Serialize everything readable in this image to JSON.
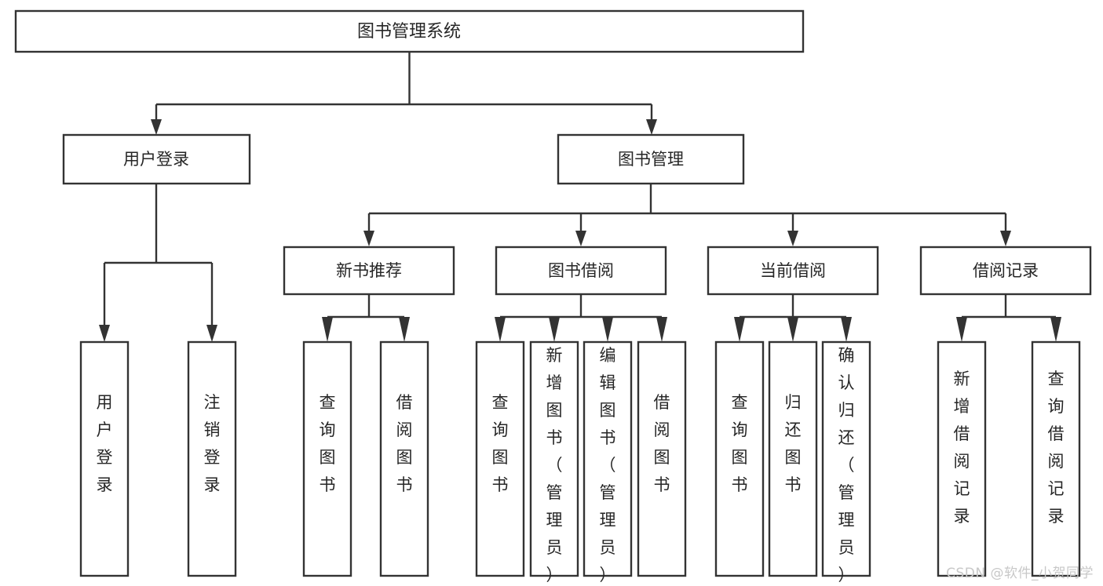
{
  "diagram": {
    "type": "tree-hierarchy",
    "orientation": "top-down",
    "colors": {
      "background": "#ffffff",
      "box_fill": "#ffffff",
      "box_stroke": "#333333",
      "text": "#262626",
      "watermark": "#c8c8c8"
    },
    "root": {
      "label": "图书管理系统"
    },
    "level1": [
      {
        "label": "用户登录"
      },
      {
        "label": "图书管理"
      }
    ],
    "level2": [
      {
        "label": "新书推荐"
      },
      {
        "label": "图书借阅"
      },
      {
        "label": "当前借阅"
      },
      {
        "label": "借阅记录"
      }
    ],
    "leaves": {
      "user_login": [
        {
          "label": "用户登录"
        },
        {
          "label": "注销登录"
        }
      ],
      "new_book_recommend": [
        {
          "label": "查询图书"
        },
        {
          "label": "借阅图书"
        }
      ],
      "book_borrow": [
        {
          "label": "查询图书"
        },
        {
          "label": "新增图书（管理员）"
        },
        {
          "label": "编辑图书（管理员）"
        },
        {
          "label": "借阅图书"
        }
      ],
      "current_borrow": [
        {
          "label": "查询图书"
        },
        {
          "label": "归还图书"
        },
        {
          "label": "确认归还（管理员）"
        }
      ],
      "borrow_record": [
        {
          "label": "新增借阅记录"
        },
        {
          "label": "查询借阅记录"
        }
      ]
    }
  },
  "watermark": {
    "text": "CSDN @软件_小贺同学"
  }
}
